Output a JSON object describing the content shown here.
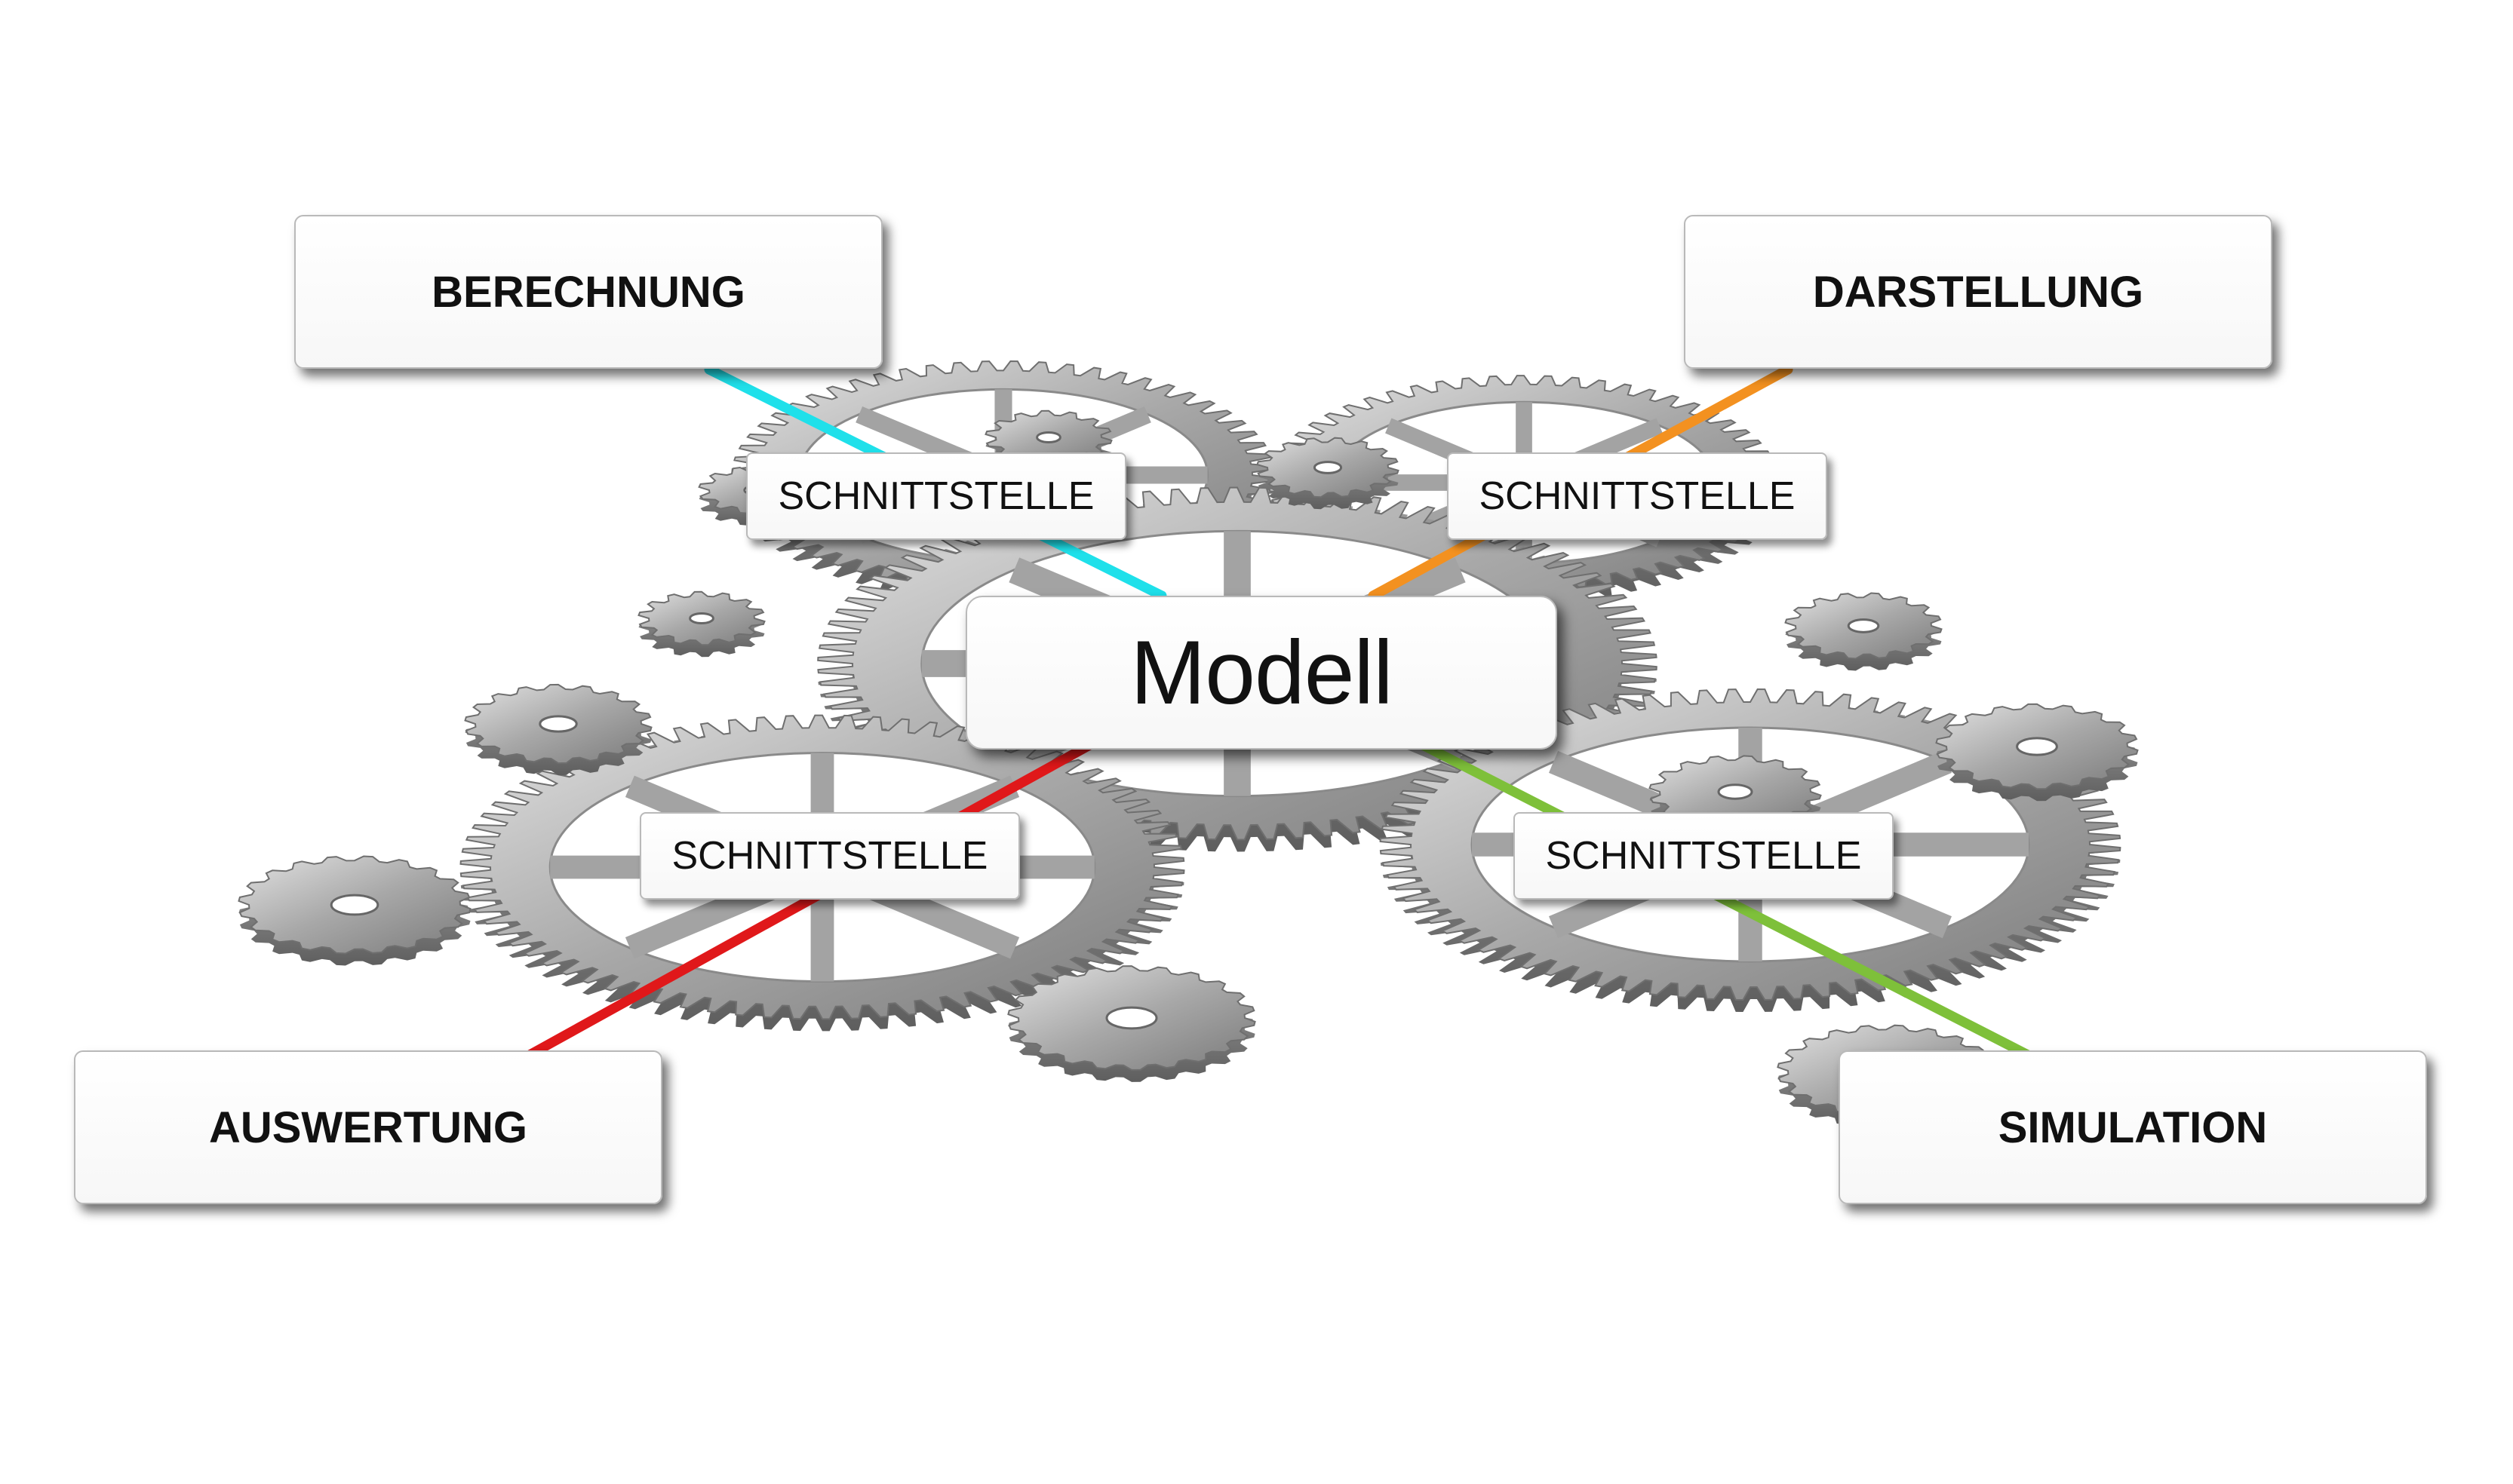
{
  "diagram": {
    "center": {
      "label": "Modell"
    },
    "modules": [
      {
        "id": "berechnung",
        "label": "BERECHNUNG",
        "connector_color": "#1fe0ea"
      },
      {
        "id": "darstellung",
        "label": "DARSTELLUNG",
        "connector_color": "#f39120"
      },
      {
        "id": "auswertung",
        "label": "AUSWERTUNG",
        "connector_color": "#e0181a"
      },
      {
        "id": "simulation",
        "label": "SIMULATION",
        "connector_color": "#7ec03a"
      }
    ],
    "interfaces": [
      {
        "label": "SCHNITTSTELLE"
      },
      {
        "label": "SCHNITTSTELLE"
      },
      {
        "label": "SCHNITTSTELLE"
      },
      {
        "label": "SCHNITTSTELLE"
      }
    ],
    "background": {
      "illustration": "metal-gears",
      "gear_color": "#a9a9a9"
    }
  }
}
